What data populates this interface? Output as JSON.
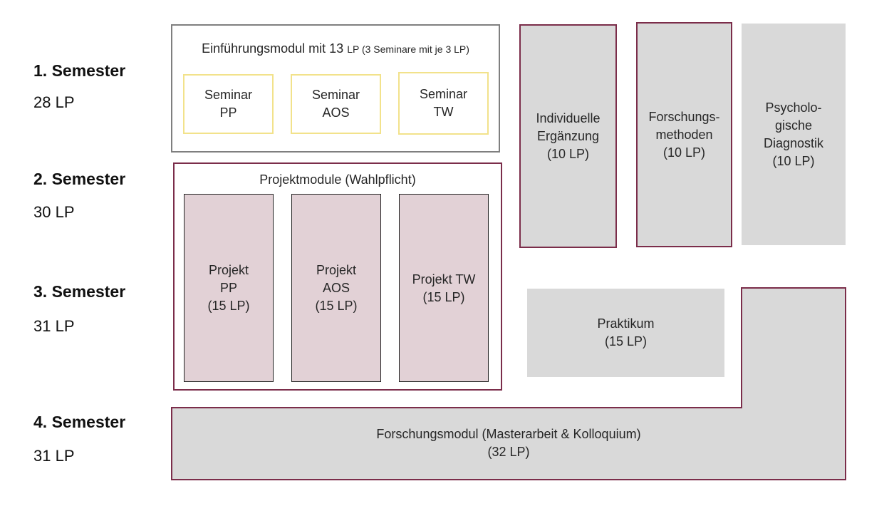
{
  "semesters": [
    {
      "title": "1. Semester",
      "lp": "28 LP"
    },
    {
      "title": "2. Semester",
      "lp": "30 LP"
    },
    {
      "title": "3. Semester",
      "lp": "31 LP"
    },
    {
      "title": "4. Semester",
      "lp": "31 LP"
    }
  ],
  "intro": {
    "title_main": "Einführungsmodul mit 13",
    "title_small": "LP (3 Seminare mit je 3 LP)",
    "seminars": [
      {
        "line1": "Seminar",
        "line2": "PP"
      },
      {
        "line1": "Seminar",
        "line2": "AOS"
      },
      {
        "line1": "Seminar",
        "line2": "TW"
      }
    ]
  },
  "projects": {
    "title": "Projektmodule (Wahlpflicht)",
    "items": [
      {
        "line1": "Projekt",
        "line2": "PP",
        "line3": "(15 LP)"
      },
      {
        "line1": "Projekt",
        "line2": "AOS",
        "line3": "(15 LP)"
      },
      {
        "line1": "Projekt TW",
        "line2": "(15 LP)"
      }
    ]
  },
  "modules": {
    "individuelle": {
      "line1": "Individuelle",
      "line2": "Ergänzung",
      "line3": "(10 LP)"
    },
    "forschungsmethoden": {
      "line1": "Forschungs-",
      "line2": "methoden",
      "line3": "(10 LP)"
    },
    "diagnostik": {
      "line1": "Psycholo-",
      "line2": "gische",
      "line3": "Diagnostik",
      "line4": "(10 LP)"
    },
    "praktikum": {
      "line1": "Praktikum",
      "line2": "(15 LP)"
    },
    "forschungsmodul": {
      "line1": "Forschungsmodul (Masterarbeit & Kolloquium)",
      "line2": "(32 LP)"
    }
  },
  "colors": {
    "maroon": "#7b2d4a",
    "grey": "#d9d9d9",
    "pink": "#e2d1d6",
    "yellow": "#f2e28b",
    "intro_border": "#7f7f7f"
  }
}
